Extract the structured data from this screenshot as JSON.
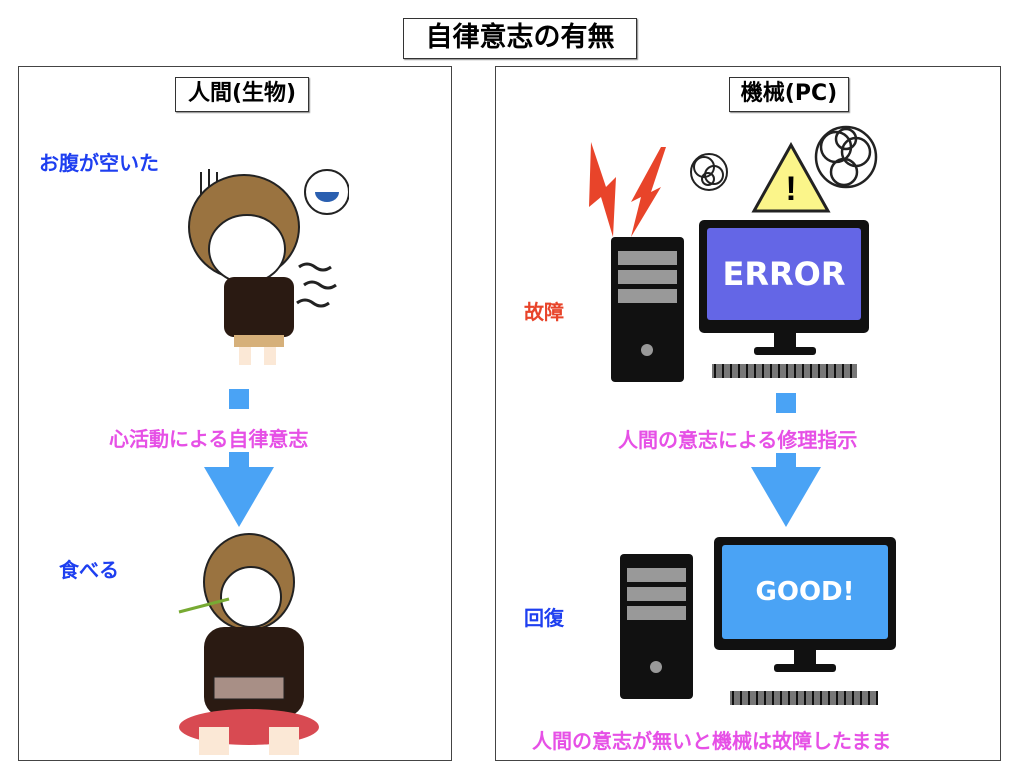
{
  "title": "自律意志の有無",
  "left": {
    "heading": "人間(生物)",
    "state1": "お腹が空いた",
    "arrow_label": "心活動による自律意志",
    "state2": "食べる"
  },
  "right": {
    "heading": "機械(PC)",
    "state1": "故障",
    "screen1": "ERROR",
    "arrow_label": "人間の意志による修理指示",
    "state2": "回復",
    "screen2": "GOOD!",
    "note": "人間の意志が無いと機械は故障したまま"
  },
  "colors": {
    "blue_text": "#1e3ff0",
    "magenta_text": "#e650e6",
    "red_text": "#e8442a",
    "arrow": "#4aa3f5",
    "error_screen": "#6466e6",
    "good_screen": "#4aa3f5"
  }
}
